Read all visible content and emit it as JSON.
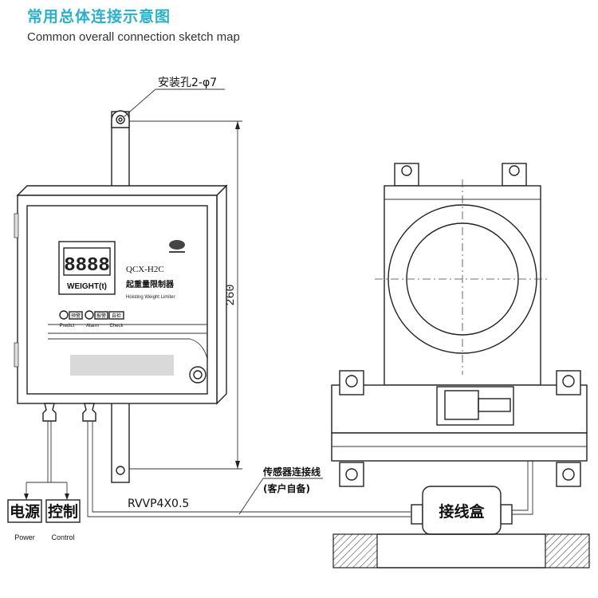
{
  "title": {
    "zh": "常用总体连接示意图",
    "en": "Common overall connection sketch map"
  },
  "labels": {
    "mount_hole": "安装孔2-φ7",
    "dimension": "260",
    "cable_type": "RVVP4X0.5",
    "sensor_cable": "传感器连接线",
    "sensor_cable_note": "(客户自备)",
    "junction_box": "接线盒"
  },
  "controller": {
    "display_digits": "8888",
    "weight_unit": "WEIGHT(t)",
    "model": "QCX-H2C",
    "name_zh": "起重量限制器",
    "name_en": "Hoisting Weight Limiter",
    "buttons": [
      {
        "zh": "预警",
        "en": "Predict"
      },
      {
        "zh": "报警",
        "en": "Alarm"
      },
      {
        "zh": "自检",
        "en": "Check"
      }
    ]
  },
  "outputs": [
    {
      "zh": "电源",
      "en": "Power"
    },
    {
      "zh": "控制",
      "en": "Control"
    }
  ]
}
